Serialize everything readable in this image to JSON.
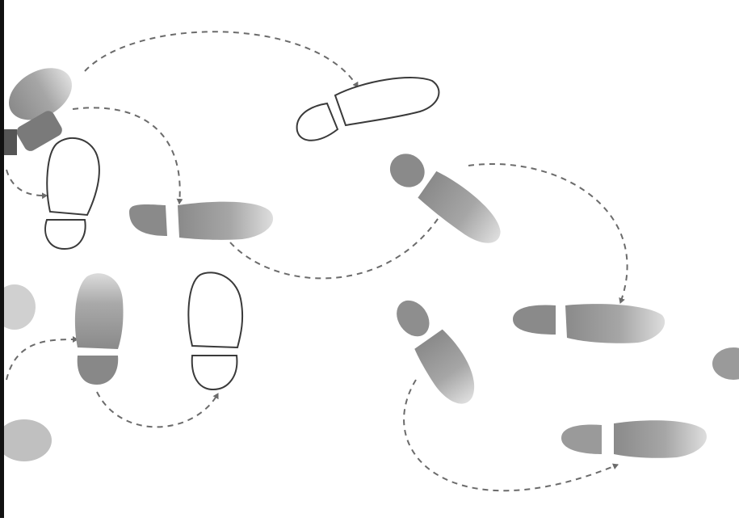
{
  "diagram": {
    "kind": "dance-step footprint diagram",
    "background": "#ffffff",
    "colors": {
      "shaded_print": "#8f8f8f",
      "shaded_print_light": "#c9c9c9",
      "outline_print": "#3a3a3a",
      "path": "#6b6b6b",
      "edge_bar": "#111111"
    },
    "prints": [
      {
        "id": "shaded-print-1",
        "style": "shaded"
      },
      {
        "id": "outline-print-1",
        "style": "outline"
      },
      {
        "id": "outline-print-2",
        "style": "outline"
      },
      {
        "id": "shaded-print-2",
        "style": "shaded"
      },
      {
        "id": "shaded-print-3",
        "style": "shaded"
      },
      {
        "id": "shaded-print-4",
        "style": "shaded"
      },
      {
        "id": "outline-print-3",
        "style": "outline"
      },
      {
        "id": "shaded-print-5",
        "style": "shaded"
      },
      {
        "id": "shaded-print-6",
        "style": "shaded"
      },
      {
        "id": "shaded-print-7",
        "style": "shaded"
      }
    ],
    "paths_count": 8
  }
}
